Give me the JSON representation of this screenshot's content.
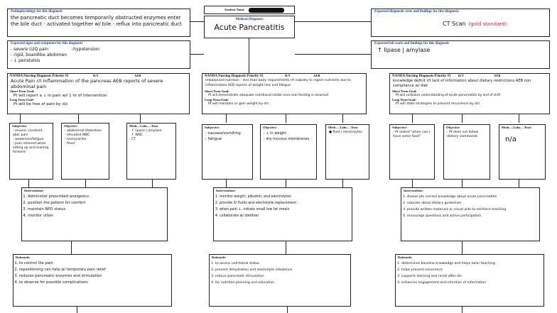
{
  "header": {
    "student_name_label": "Student Name",
    "medical_diagnosis_label": "Medical Diagnosis",
    "medical_diagnosis_value": "Acute Pancreatitis"
  },
  "top_left": {
    "patho_label": "Pathophysiology for this diagnosis",
    "patho_text": "the pancreatic duct becomes temporarily obstructed enzymes enter the bile duct - activated together w/ bile - reflux into pancreatic duct",
    "signs_label": "Expected signs and symptoms for this diagnosis",
    "signs_lines": [
      "- severe LUQ pain",
      "- rigid, boardlike abdomen",
      "- ↓ peristalsis"
    ],
    "signs_extra": "-hypotension"
  },
  "top_right": {
    "tests_label": "Expected diagnostic tests and findings for this diagnosis",
    "tests_value": "CT Scan",
    "tests_note": "(gold standard)",
    "labs_label": "Expected lab work and findings for this diagnosis",
    "labs_value": "↑ lipase | amylase"
  },
  "columns": [
    {
      "nanda_label": "NANDA Nursing Diagnosis Priority #1",
      "rt_label": "R/T",
      "aeb_label": "AEB",
      "nanda_text": "Acute Pain r/t inflammation of the pancreas AEB reports of severe abdominal pain",
      "stg_label": "Short Term Goal:",
      "stg_text": "Pt will report a ↓ in pain w/i 1 hr of intervention",
      "ltg_label": "Long Term Goal:",
      "ltg_text": "Pt will be free of pain by d/c",
      "subjective_label": "Subjective",
      "subjective_items": [
        "- severe, constant abd. pain",
        "- weakness/fatigue",
        "- pain relieved when sitting up and leaning forward"
      ],
      "objective_label": "Objective",
      "objective_items": [
        "- abdominal distention",
        "- elevated WBC",
        "- tachycardia",
        "- fever"
      ],
      "meds_label": "Meds…Labs….Tests",
      "meds_items": [
        "↑ lipase | amylase",
        "↑ WBC",
        "CT"
      ],
      "interventions_label": "Interventions:",
      "interventions": [
        "Administer prescribed analgesics",
        "position the patient for comfort",
        "maintain NPO status",
        "monitor vitals"
      ],
      "rationale_label": "Rationale:",
      "rationale": [
        "to control the pain",
        "repositioning can help w/ temporary pain relief",
        "reduces pancreatic enzymes and stimulation",
        "to observe for possible complications"
      ]
    },
    {
      "nanda_label": "NANDA Nursing Diagnosis Priority #2",
      "rt_label": "R/T",
      "aeb_label": "AEB",
      "nanda_text": "Imbalanced nutrition - less than body requirements r/t inability to ingest nutrients due to inflammation AEB reports of weight loss and fatigue",
      "stg_label": "Short Term Goal:",
      "stg_text": "Pt will demonstrate adequate nutritional intake once oral feeding is resumed",
      "ltg_label": "Long Term Goal:",
      "ltg_text": "Pt will maintain or gain weight by d/c",
      "subjective_label": "Subjective",
      "subjective_items": [
        "- nausea/vomiting",
        "- fatigue"
      ],
      "objective_label": "Objective",
      "objective_items": [
        "- ↓ in weight",
        "- dry mucous membranes"
      ],
      "meds_label": "Meds….Labs….Tests",
      "meds_items": [
        "● fluid | electrolytes"
      ],
      "interventions_label": "Interventions:",
      "interventions": [
        "monitor weight, albumin, and electrolytes",
        "provide IV fluids and electrolyte replacement",
        "when pain ↓, initiate small low fat meals",
        "collaborate w/ dietitian"
      ],
      "rationale_label": "Rationale:",
      "rationale": [
        "to assess nutritional status",
        "prevent dehydration and electrolyte imbalance",
        "reduce pancreatic stimulation",
        "for nutrition planning and education"
      ]
    },
    {
      "nanda_label": "NANDA Nursing Diagnosis Priority #3",
      "rt_label": "R/T",
      "aeb_label": "AEB",
      "nanda_text": "knowledge deficit r/t lack of information about dietary restrictions AEB non compliance w/ diet",
      "stg_label": "Short Term Goal:",
      "stg_text": "Pt will verbalize understanding of acute pancreatitis by end of shift",
      "ltg_label": "Long Term Goal:",
      "ltg_text": "Pt will state strategies to prevent recurrence by d/c",
      "subjective_label": "Subjective",
      "subjective_items": [
        "- Pt stated \"when can I have some food\""
      ],
      "objective_label": "Objective",
      "objective_items": [
        "- Pt does not follow dietary commands"
      ],
      "meds_label": "Meds….Labs….Tests",
      "meds_items": [
        "n/a"
      ],
      "interventions_label": "Interventions:",
      "interventions": [
        "Assess pts current knowledge about acute pancreatitis",
        "educate about dietary guidelines",
        "provide written materials or visual aids to reinforce teaching",
        "encourage questions and active participation"
      ],
      "rationale_label": "Rationale:",
      "rationale": [
        "determines baseline knowledge and helps tailor teaching",
        "helps prevent recurrence",
        "supports learning and recall after d/c",
        "enhances engagement and retention of information"
      ]
    }
  ]
}
